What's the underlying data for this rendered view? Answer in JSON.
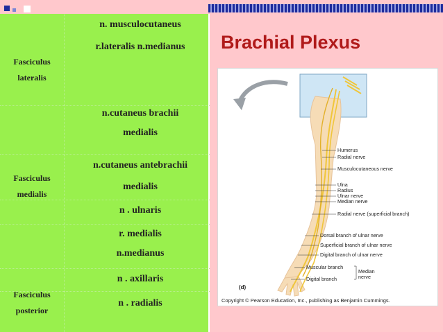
{
  "slide": {
    "title": "Brachial Plexus",
    "colors": {
      "panel": "#99f04d",
      "background": "#ffc8cc",
      "title": "#b01a1a",
      "band": "#1e2b9c"
    }
  },
  "table": {
    "groups": [
      {
        "label_line1": "Fasciculus",
        "label_line2": "lateralis"
      },
      {
        "label_line1": "Fasciculus",
        "label_line2": "medialis"
      },
      {
        "label_line1": "Fasciculus",
        "label_line2": "posterior"
      }
    ],
    "nerves": [
      "n. musculocutaneus",
      "r.lateralis n.medianus",
      "n.cutaneus brachii",
      "medialis",
      "n.cutaneus antebrachii",
      "medialis",
      "n . ulnaris",
      "r. medialis",
      "n.medianus",
      "n . axillaris",
      "n . radialis"
    ]
  },
  "figure": {
    "labels": [
      "Humerus",
      "Radial nerve",
      "Musculocutaneous nerve",
      "Ulna",
      "Radius",
      "Ulnar nerve",
      "Median nerve",
      "Radial nerve (superficial branch)",
      "Dorsal branch of ulnar nerve",
      "Superficial branch of ulnar nerve",
      "Digital branch of ulnar nerve",
      "Muscular branch",
      "Digital branch",
      "Median",
      "nerve"
    ],
    "panel_letter": "(d)",
    "copyright": "Copyright © Pearson Education, Inc., publishing as Benjamin Cummings."
  }
}
